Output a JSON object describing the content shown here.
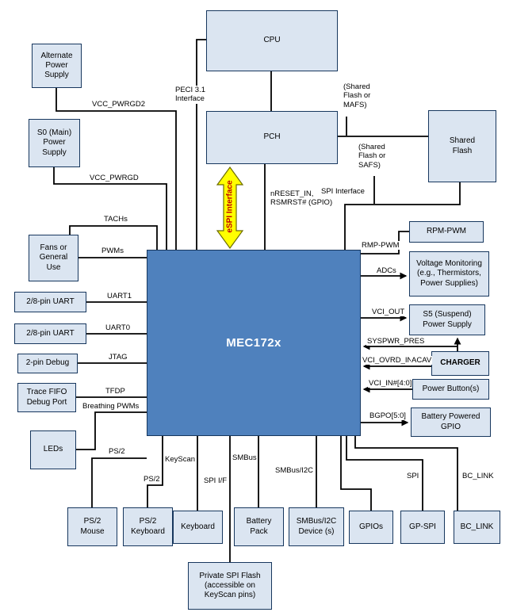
{
  "colors": {
    "box_fill": "#dbe5f1",
    "box_border": "#17375e",
    "chip_fill": "#4f81bd",
    "chip_text": "#ffffff",
    "espi_arrow_fill": "#ffff00",
    "espi_text": "#c00000",
    "line": "#000000"
  },
  "chip": {
    "label": "MEC172x"
  },
  "boxes": {
    "cpu": "CPU",
    "pch": "PCH",
    "shared_flash": "Shared\nFlash",
    "alt_power": "Alternate\nPower\nSupply",
    "s0_power": "S0 (Main)\nPower\nSupply",
    "fans": "Fans or\nGeneral\nUse",
    "uart1": "2/8-pin UART",
    "uart0": "2/8-pin UART",
    "debug": "2-pin Debug",
    "trace_fifo": "Trace FIFO\nDebug Port",
    "leds": "LEDs",
    "rpm_pwm": "RPM-PWM",
    "voltage_mon": "Voltage Monitoring\n(e.g., Thermistors,\nPower Supplies)",
    "s5_power": "S5 (Suspend)\nPower Supply",
    "charger": "CHARGER",
    "power_buttons": "Power Button(s)",
    "battery_gpio": "Battery Powered\nGPIO",
    "ps2_mouse": "PS/2\nMouse",
    "ps2_keyboard": "PS/2\nKeyboard",
    "keyboard": "Keyboard",
    "battery_pack": "Battery\nPack",
    "smbus_device": "SMBus/I2C\nDevice (s)",
    "gpios": "GPIOs",
    "gp_spi": "GP-SPI",
    "bc_link": "BC_LINK",
    "private_spi_flash": "Private SPI Flash\n(accessible on\nKeyScan pins)"
  },
  "signals": {
    "peci": "PECI 3.1\nInterface",
    "vcc_pwrgd2": "VCC_PWRGD2",
    "vcc_pwrgd": "VCC_PWRGD",
    "espi": "eSPI Interface",
    "nreset": "nRESET_IN,\nRSMRST# (GPIO)",
    "spi_interface": "SPI Interface",
    "shared_mafs": "(Shared\nFlash or\nMAFS)",
    "shared_safs": "(Shared\nFlash or\nSAFS)",
    "tachs": "TACHs",
    "pwms": "PWMs",
    "uart1": "UART1",
    "uart0": "UART0",
    "jtag": "JTAG",
    "tfdp": "TFDP",
    "breathing_pwms": "Breathing PWMs",
    "ps2_a": "PS/2",
    "ps2_b": "PS/2",
    "keyscan": "KeyScan",
    "spi_if": "SPI I/F",
    "smbus": "SMBus",
    "smbus_i2c": "SMBus/I2C",
    "spi": "SPI",
    "bc_link": "BC_LINK",
    "rmp_pwm": "RMP-PWM",
    "adcs": "ADCs",
    "vci_out": "VCI_OUT",
    "syspwr_pres": "SYSPWR_PRES",
    "vci_ovrd_in": "VCI_OVRD_IN",
    "acav": "ACAV",
    "vci_in": "VCI_IN#[4:0]",
    "bgpo": "BGPO[5:0]"
  }
}
